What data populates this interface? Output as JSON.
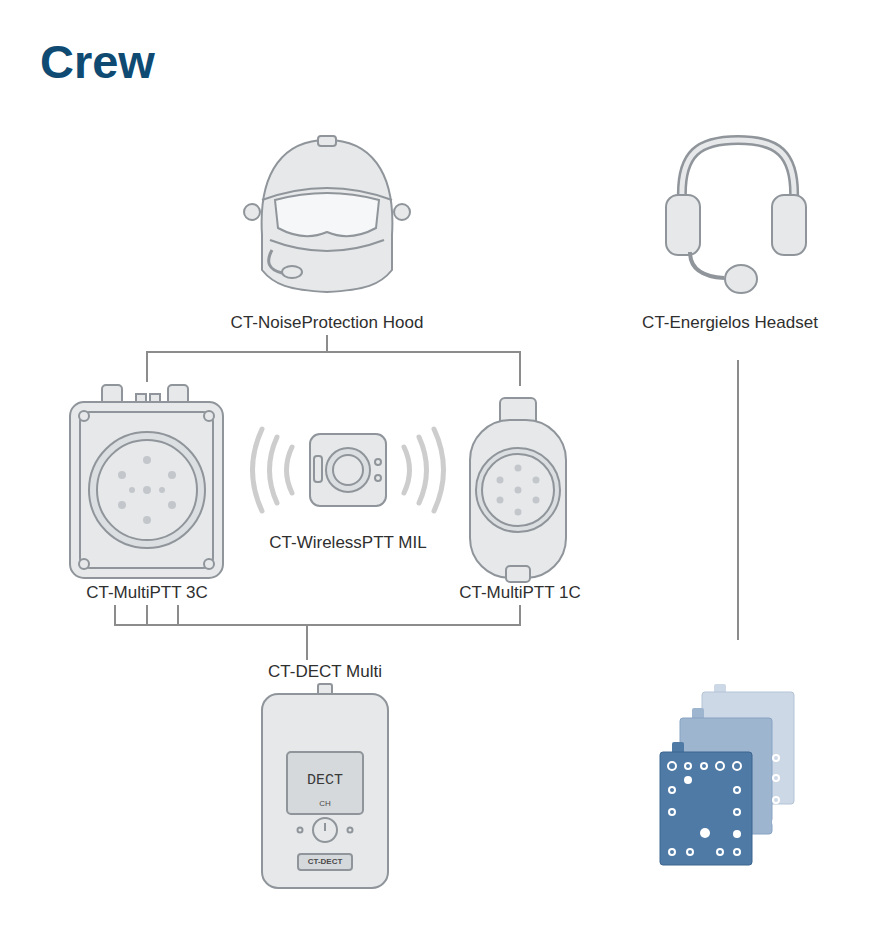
{
  "diagram": {
    "title": "Crew",
    "nodes": [
      {
        "text": [
          "CT-NoiseProtection Hood"
        ]
      },
      {
        "text": [
          "CT-Energielos Headset"
        ]
      },
      {
        "text": [
          "CT-MultiPTT 3C"
        ]
      },
      {
        "text": [
          "CT-WirelessPTT MIL"
        ]
      },
      {
        "text": [
          "CT-MultiPTT 1C"
        ]
      },
      {
        "text": [
          "CT-DECT Multi"
        ]
      }
    ],
    "edges": [
      {
        "from": 0,
        "to": 2,
        "arrow": "none"
      },
      {
        "from": 0,
        "to": 4,
        "arrow": "none"
      },
      {
        "from": 2,
        "to": 5,
        "arrow": "none"
      },
      {
        "from": 2,
        "to": 5,
        "arrow": "none"
      },
      {
        "from": 2,
        "to": 5,
        "arrow": "none"
      },
      {
        "from": 4,
        "to": 5,
        "arrow": "none"
      }
    ],
    "labels": [
      "DECT",
      "CH",
      "CT-DECT"
    ]
  }
}
